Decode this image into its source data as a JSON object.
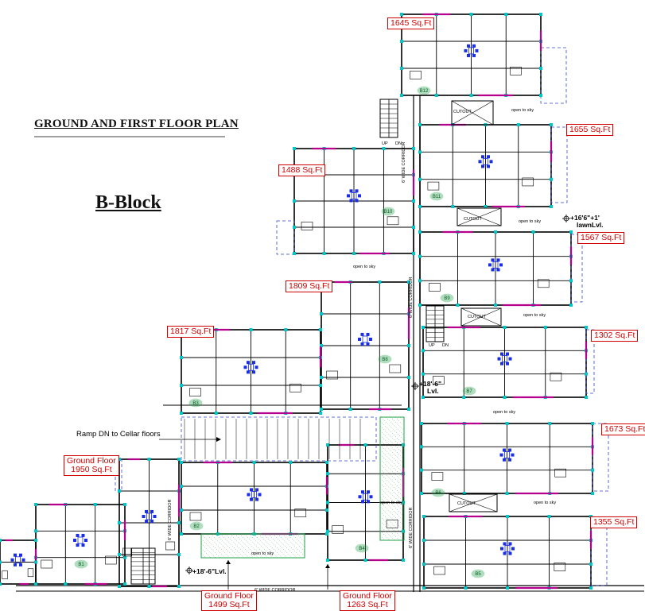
{
  "title": "GROUND AND FIRST FLOOR PLAN",
  "block": "B-Block",
  "ramp_note": "Ramp DN to Cellar floors",
  "levels": {
    "lawn_level_1": "+16'6\"+1'",
    "lawn_level_2": "lawnLvl.",
    "mid_level_1": "+18'-6\"",
    "mid_level_2": "Lvl.",
    "bottom_level": "+18'-6\"Lvl."
  },
  "areas": {
    "unit_1645": "1645 Sq.Ft",
    "unit_1655": "1655 Sq.Ft",
    "unit_1488": "1488 Sq.Ft",
    "unit_1567": "1567 Sq.Ft",
    "unit_1809": "1809 Sq.Ft",
    "unit_1817": "1817 Sq.Ft",
    "unit_1302": "1302 Sq.Ft",
    "unit_1673": "1673 Sq.Ft",
    "unit_1355": "1355 Sq.Ft"
  },
  "ground_floor_labels": {
    "gf_1950_title": "Ground Floor",
    "gf_1950_area": "1950 Sq.Ft",
    "gf_1499_title": "Ground Floor",
    "gf_1499_area": "1499 Sq.Ft",
    "gf_1263_title": "Ground Floor",
    "gf_1263_area": "1263 Sq.Ft"
  },
  "annotations": {
    "cutout": "CUTOUT",
    "open_to_sky": "open to sky",
    "wide_corridor": "6' WIDE CORRIDOR",
    "up": "UP",
    "dn": "DN"
  },
  "unit_tags": [
    "B12",
    "B11",
    "B10",
    "B9",
    "B8",
    "B7",
    "B6",
    "B5",
    "B4",
    "B3",
    "B2",
    "B1"
  ],
  "colors": {
    "wall": "#000000",
    "accent_cyan": "#00c8c8",
    "accent_blue": "#1a2ee6",
    "accent_magenta": "#b4008c",
    "accent_green": "#1ea046",
    "area_red": "#d10000",
    "dashed_outline": "#3246c8"
  }
}
